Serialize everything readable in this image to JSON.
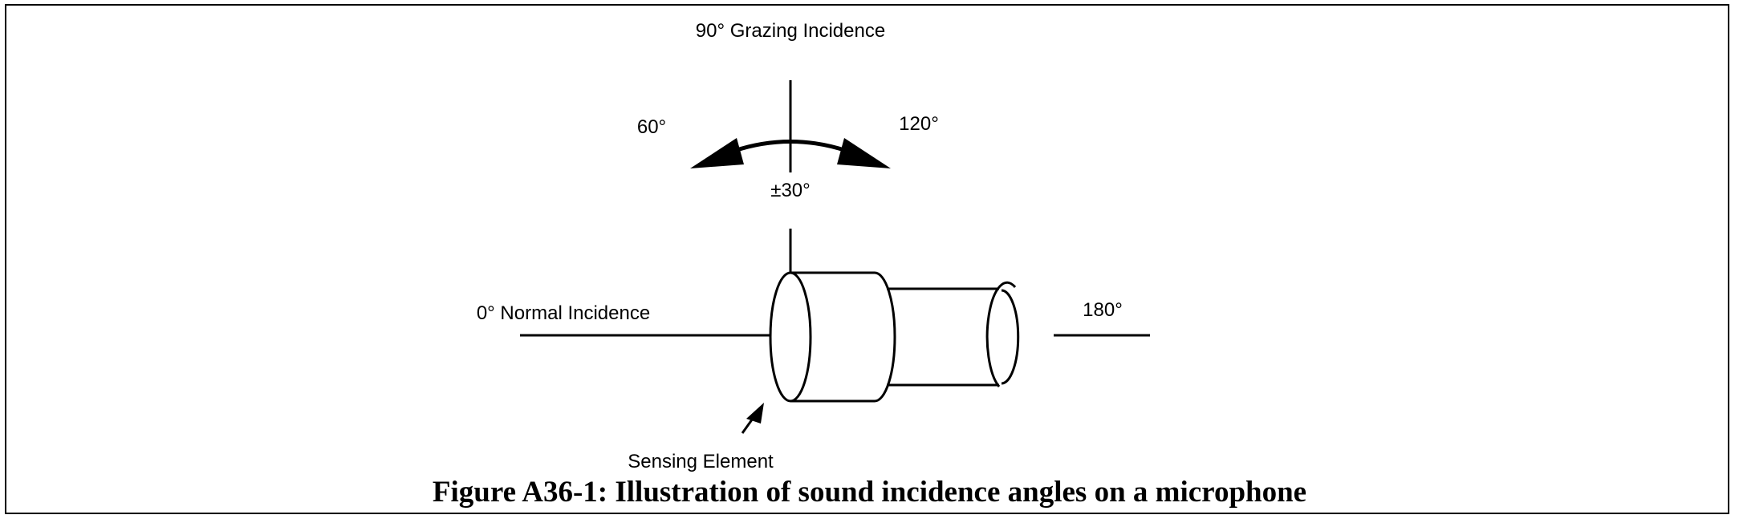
{
  "figure": {
    "caption": "Figure A36-1: Illustration of sound incidence angles on a microphone"
  },
  "labels": {
    "grazing": "90° Grazing Incidence",
    "angle_60": "60°",
    "angle_120": "120°",
    "tolerance": "±30°",
    "normal": "0° Normal Incidence",
    "angle_180": "180°",
    "sensing": "Sensing Element"
  },
  "colors": {
    "line": "#000000",
    "background": "#ffffff"
  }
}
